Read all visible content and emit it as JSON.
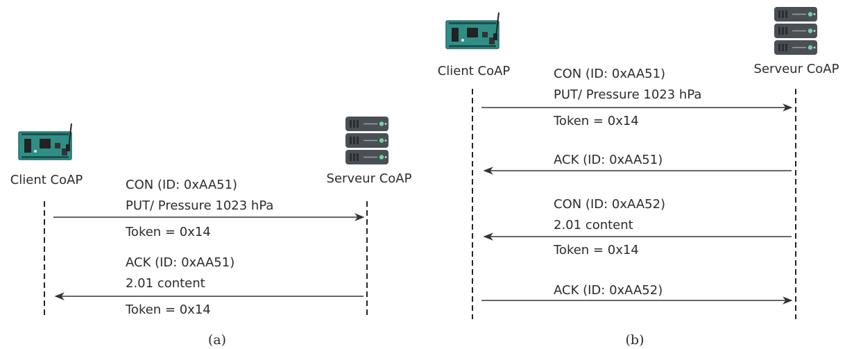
{
  "diagram_a": {
    "caption": "(a)",
    "client_label": "Client CoAP",
    "server_label": "Serveur CoAP",
    "messages": [
      {
        "direction": "to-server",
        "lines_above": [
          "CON (ID: 0xAA51)",
          "PUT/ Pressure 1023 hPa"
        ],
        "line_below": "Token = 0x14"
      },
      {
        "direction": "to-client",
        "lines_above": [
          "ACK (ID: 0xAA51)",
          "2.01 content"
        ],
        "line_below": "Token = 0x14"
      }
    ]
  },
  "diagram_b": {
    "caption": "(b)",
    "client_label": "Client CoAP",
    "server_label": "Serveur CoAP",
    "messages": [
      {
        "direction": "to-server",
        "lines_above": [
          "CON (ID: 0xAA51)",
          "PUT/ Pressure 1023 hPa"
        ],
        "line_below": "Token = 0x14"
      },
      {
        "direction": "to-client",
        "lines_above": [
          "ACK (ID: 0xAA51)"
        ],
        "line_below": ""
      },
      {
        "direction": "to-client",
        "lines_above": [
          "CON (ID: 0xAA52)",
          "2.01 content"
        ],
        "line_below": "Token = 0x14"
      },
      {
        "direction": "to-server",
        "lines_above": [
          "ACK (ID: 0xAA52)"
        ],
        "line_below": ""
      }
    ]
  },
  "colors": {
    "board": "#2f8f87",
    "board_dark": "#1f6b64",
    "chip": "#222222",
    "server": "#4a4f55",
    "server_light": "#6b7178",
    "led": "#6fd3a2"
  },
  "icons": {
    "client": "iot-board-icon",
    "server": "server-rack-icon"
  }
}
